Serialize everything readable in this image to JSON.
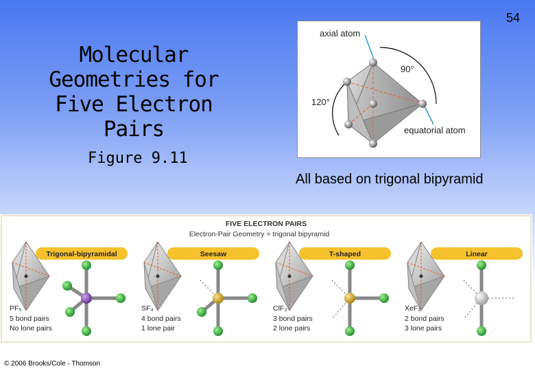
{
  "slide_number": "54",
  "title_lines": [
    "Molecular",
    "Geometries for",
    "Five Electron",
    "Pairs"
  ],
  "subtitle": "Figure 9.11",
  "top_figure": {
    "axial_label": "axial atom",
    "angle_90": "90°",
    "angle_120": "120°",
    "equatorial_label": "equatorial atom"
  },
  "note": "All based on trigonal bipyramid",
  "bottom_figure": {
    "heading": "FIVE ELECTRON PAIRS",
    "subheading": "Electron-Pair Geometry = trigonal bipyramid",
    "panels": [
      {
        "label": "Trigonal-bipyramidal",
        "formula": "PF₅",
        "bond": "5 bond pairs",
        "lone": "No lone pairs"
      },
      {
        "label": "Seesaw",
        "formula": "SF₄",
        "bond": "4 bond pairs",
        "lone": "1 lone pair"
      },
      {
        "label": "T-shaped",
        "formula": "ClF₃",
        "bond": "3 bond pairs",
        "lone": "2 lone pairs"
      },
      {
        "label": "Linear",
        "formula": "XeF₂",
        "bond": "2 bond pairs",
        "lone": "3 lone pairs"
      }
    ]
  },
  "colors": {
    "banner": "#f5c22e",
    "ligand": "#2eaa3a",
    "central_P": "#8a4ab0",
    "central_S": "#d4a81c",
    "central_Xe": "#e8e8e8"
  },
  "copyright": "© 2006 Brooks/Cole - Thomson"
}
